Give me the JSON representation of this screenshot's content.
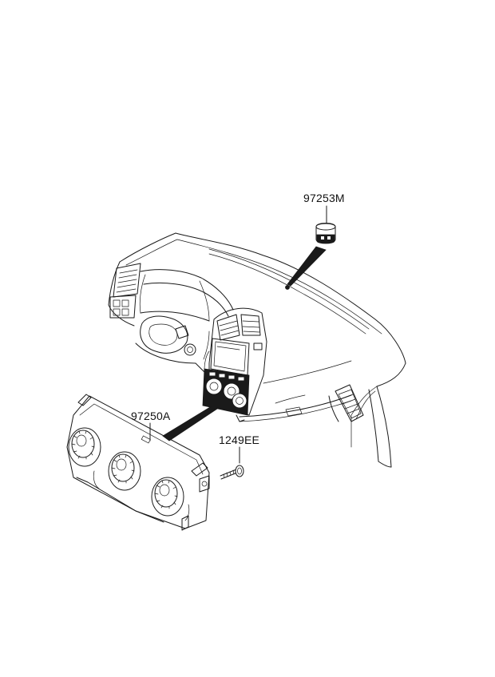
{
  "diagram": {
    "labels": {
      "part_97253m": "97253M",
      "part_97250a": "97250A",
      "part_1249ee": "1249EE"
    }
  }
}
